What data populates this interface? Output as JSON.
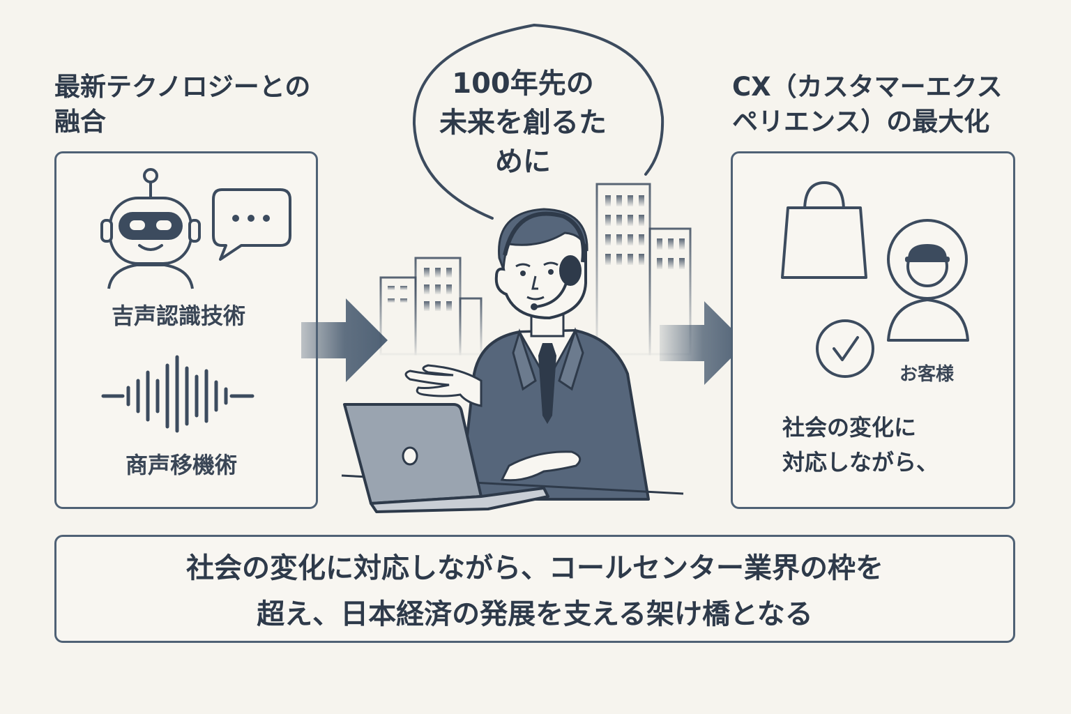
{
  "left": {
    "heading_line1": "最新テクノロジーとの",
    "heading_line2": "融合",
    "label_top": "吉声認識技術",
    "label_bottom": "商声移機術",
    "icons": [
      "robot-icon",
      "chat-bubble-icon",
      "sound-wave-icon"
    ]
  },
  "center": {
    "bubble_line1": "100年先の",
    "bubble_line2": "未来を創るた",
    "bubble_line3": "めに",
    "icons": [
      "operator-with-headset-illustration",
      "laptop-icon",
      "city-buildings-icon"
    ]
  },
  "right": {
    "heading_line1": "CX（カスタマーエクス",
    "heading_line2": "ペリエンス）の最大化",
    "customer_label": "お客様",
    "body_line1": "社会の変化に",
    "body_line2": "対応しながら、",
    "icons": [
      "shopping-bag-icon",
      "customer-avatar-icon",
      "check-circle-icon"
    ]
  },
  "footer": {
    "line1": "社会の変化に対応しながら、コールセンター業界の枠を",
    "line2": "超え、日本経済の発展を支える架け橋となる"
  },
  "colors": {
    "background": "#f6f4ee",
    "ink": "#2e3a4a",
    "frame": "#4f6175",
    "arrow": "#4f6175"
  }
}
